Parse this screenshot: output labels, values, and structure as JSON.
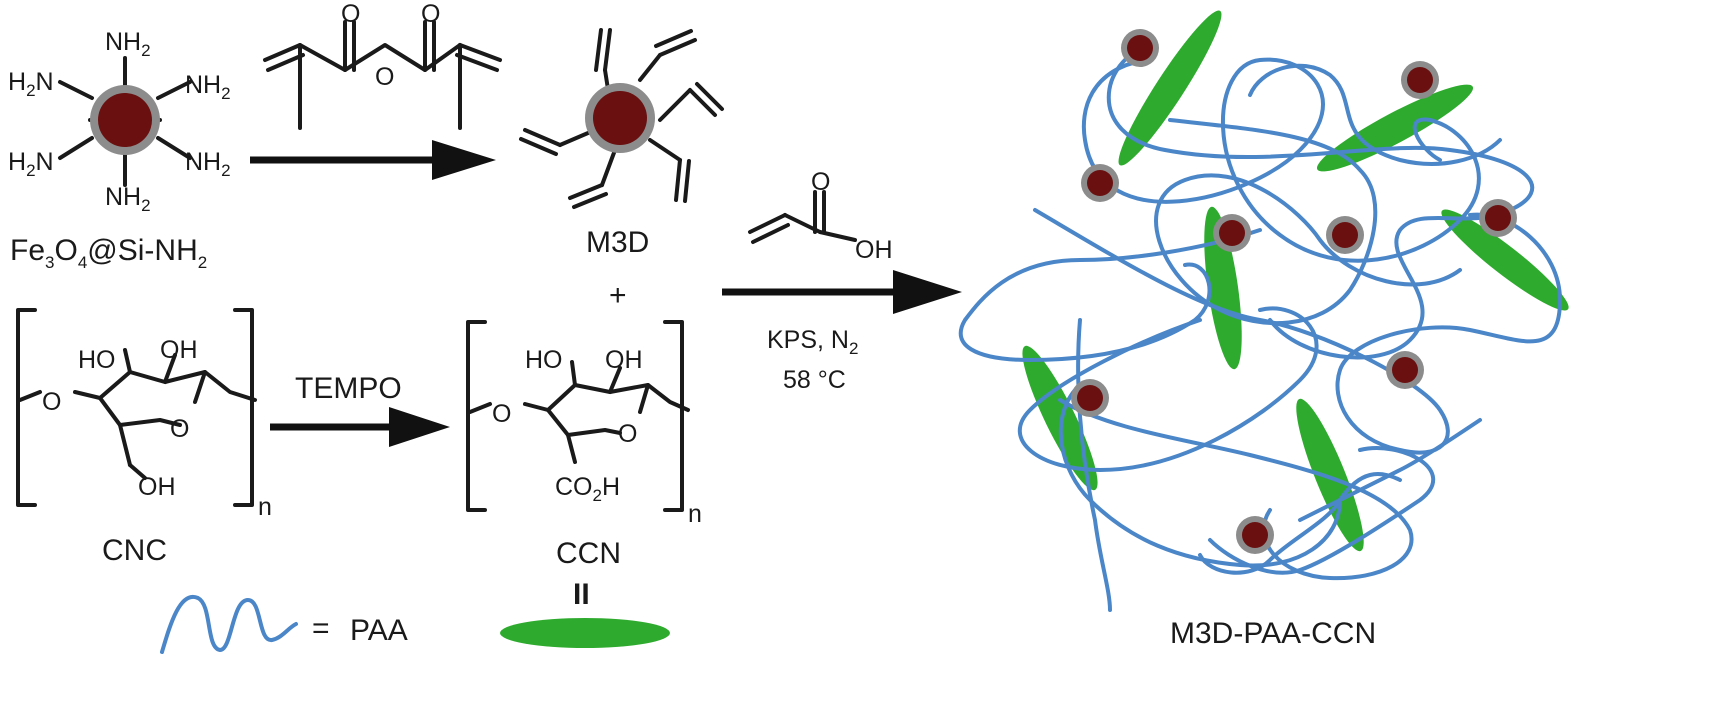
{
  "labels": {
    "nanoparticle": "Fe3O4@Si-NH2",
    "m3d": "M3D",
    "plus": "+",
    "cnc": "CNC",
    "ccn": "CCN",
    "tempo": "TEMPO",
    "kps_n2": "KPS, N2",
    "temperature": "58 °C",
    "product": "M3D-PAA-CCN",
    "paa": "PAA",
    "equals_paa": "=",
    "equals_ccn": "II",
    "repeat_n": "n",
    "nh2": "NH2",
    "h2n": "H2N",
    "ho": "HO",
    "oh": "OH",
    "o": "O",
    "co2h": "CO2H"
  },
  "colors": {
    "paa_chain": "#4a86c8",
    "ccn_rod": "#2eab2e",
    "core_inner": "#6a1010",
    "core_shell": "#8c8c8c",
    "arrow": "#111111"
  }
}
